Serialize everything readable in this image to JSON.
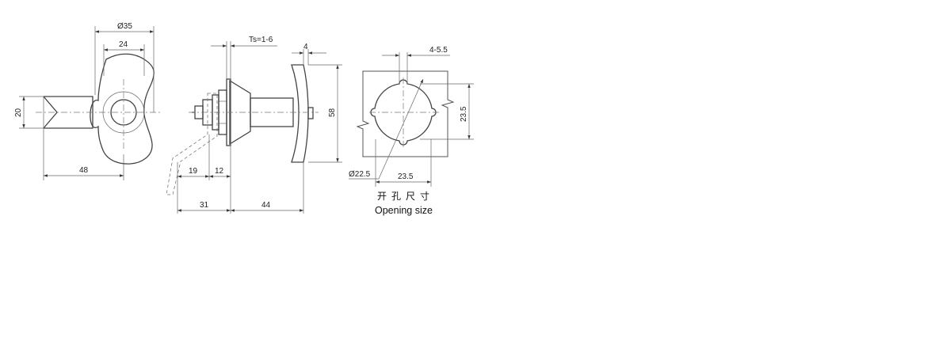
{
  "dimensions": {
    "diameter_head": "Ø35",
    "head_inner": "24",
    "height_head": "20",
    "length_handle": "48",
    "ts_range": "Ts=1-6",
    "flange_thickness": "4",
    "total_height": "58",
    "len_19": "19",
    "len_12": "12",
    "len_31": "31",
    "len_44": "44",
    "cutout_tab": "4-5.5",
    "cutout_height": "23.5",
    "cutout_width": "23.5",
    "cutout_diameter": "Ø22.5"
  },
  "caption": {
    "chinese": "开孔尺寸",
    "english": "Opening size"
  },
  "colors": {
    "line": "#555555",
    "text": "#222222"
  }
}
